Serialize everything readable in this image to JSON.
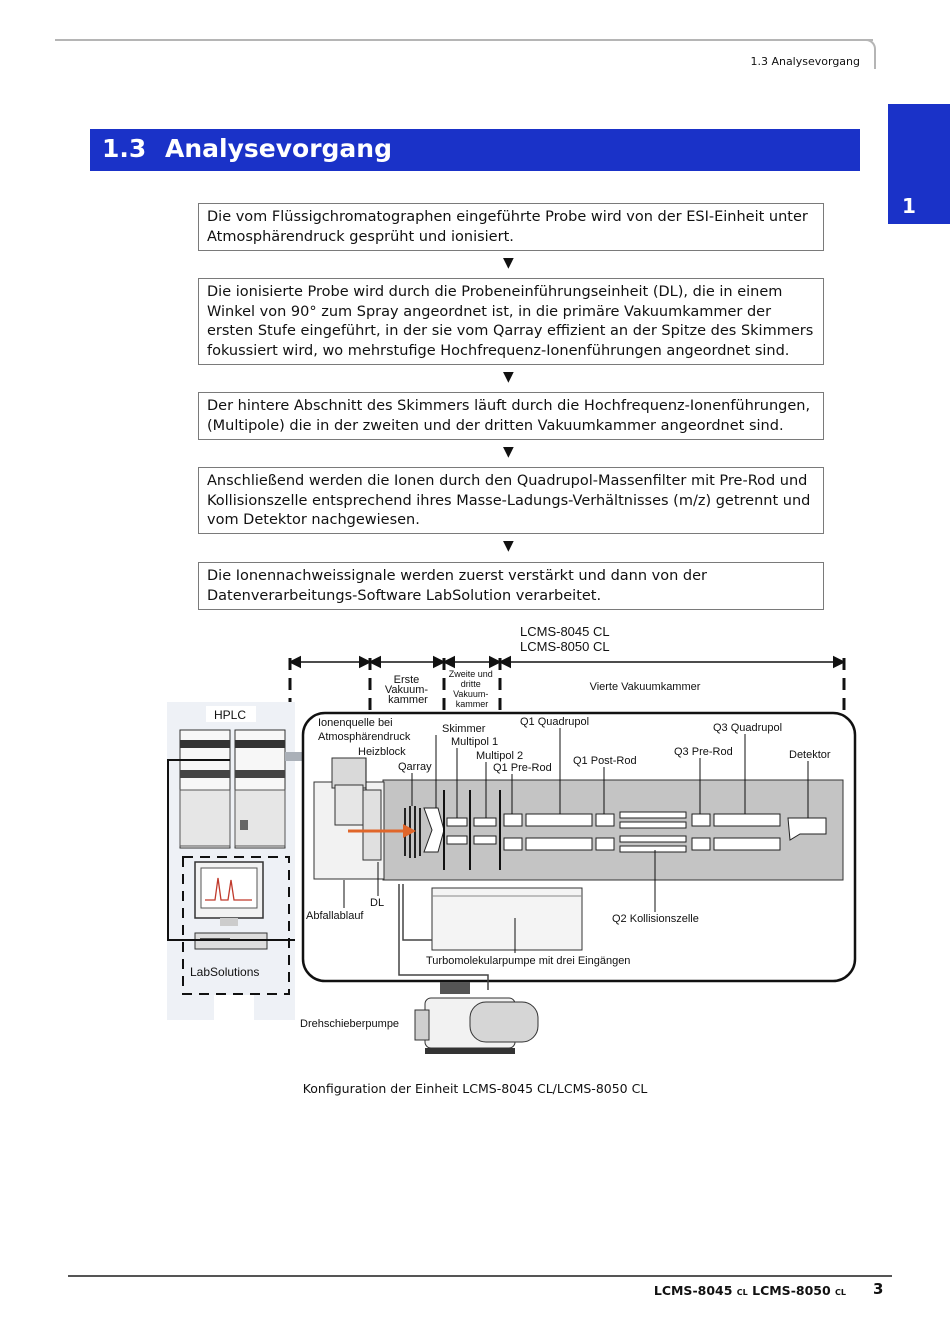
{
  "header": {
    "section_ref": "1.3 Analysevorgang"
  },
  "side_tab": {
    "label": "1"
  },
  "title": {
    "number": "1.3",
    "text": "Analysevorgang"
  },
  "steps": [
    "Die vom Flüssigchromatographen eingeführte Probe wird von der ESI-Einheit unter Atmosphärendruck gesprüht und ionisiert.",
    "Die ionisierte Probe wird durch die Probeneinführungseinheit (DL), die in einem Winkel von 90° zum Spray angeordnet ist, in die primäre Vakuumkammer der ersten Stufe eingeführt, in der sie vom Qarray effizient an der Spitze des Skimmers fokussiert wird, wo mehrstufige Hochfrequenz-Ionenführungen angeordnet sind.",
    "Der hintere Abschnitt des Skimmers läuft durch die Hochfrequenz-Ionenführungen, (Multipole) die in der zweiten und der dritten Vakuumkammer angeordnet sind.",
    "Anschließend werden die Ionen durch den Quadrupol-Massenfilter mit Pre-Rod und Kollisionszelle entsprechend ihres Masse-Ladungs-Verhältnisses (m/z) getrennt und vom Detektor nachgewiesen.",
    "Die Ionennachweissignale werden zuerst verstärkt und dann von der Datenverarbeitungs-Software LabSolution verarbeitet."
  ],
  "arrow_glyph": "▼",
  "diagram": {
    "model_1": "LCMS-8045 CL",
    "model_2": "LCMS-8050 CL",
    "chamber_1": [
      "Erste",
      "Vakuum-",
      "kammer"
    ],
    "chamber_23": [
      "Zweite und",
      "dritte",
      "Vakuum-",
      "kammer"
    ],
    "chamber_4": "Vierte Vakuumkammer",
    "hplc": "HPLC",
    "ion_source": [
      "Ionenquelle bei",
      "Atmosphärendruck"
    ],
    "heater_block": "Heizblock",
    "qarray": "Qarray",
    "skimmer": "Skimmer",
    "multipol_1": "Multipol 1",
    "multipol_2": "Multipol 2",
    "q1_prerod": "Q1 Pre-Rod",
    "q1_quadrupol": "Q1 Quadrupol",
    "q1_postrod": "Q1 Post-Rod",
    "q3_prerod": "Q3 Pre-Rod",
    "q3_quadrupol": "Q3 Quadrupol",
    "detector": "Detektor",
    "dl": "DL",
    "drain": "Abfallablauf",
    "collision_cell": "Q2 Kollisionszelle",
    "turbo_pump": "Turbomolekularpumpe mit drei Eingängen",
    "labsolutions": "LabSolutions",
    "rotary_pump": "Drehschieberpumpe"
  },
  "caption": "Konfiguration der Einheit LCMS-8045 CL/LCMS-8050 CL",
  "footer": {
    "model_a": "LCMS-8045",
    "model_b": "LCMS-8050",
    "suffix": "CL",
    "page": "3"
  }
}
